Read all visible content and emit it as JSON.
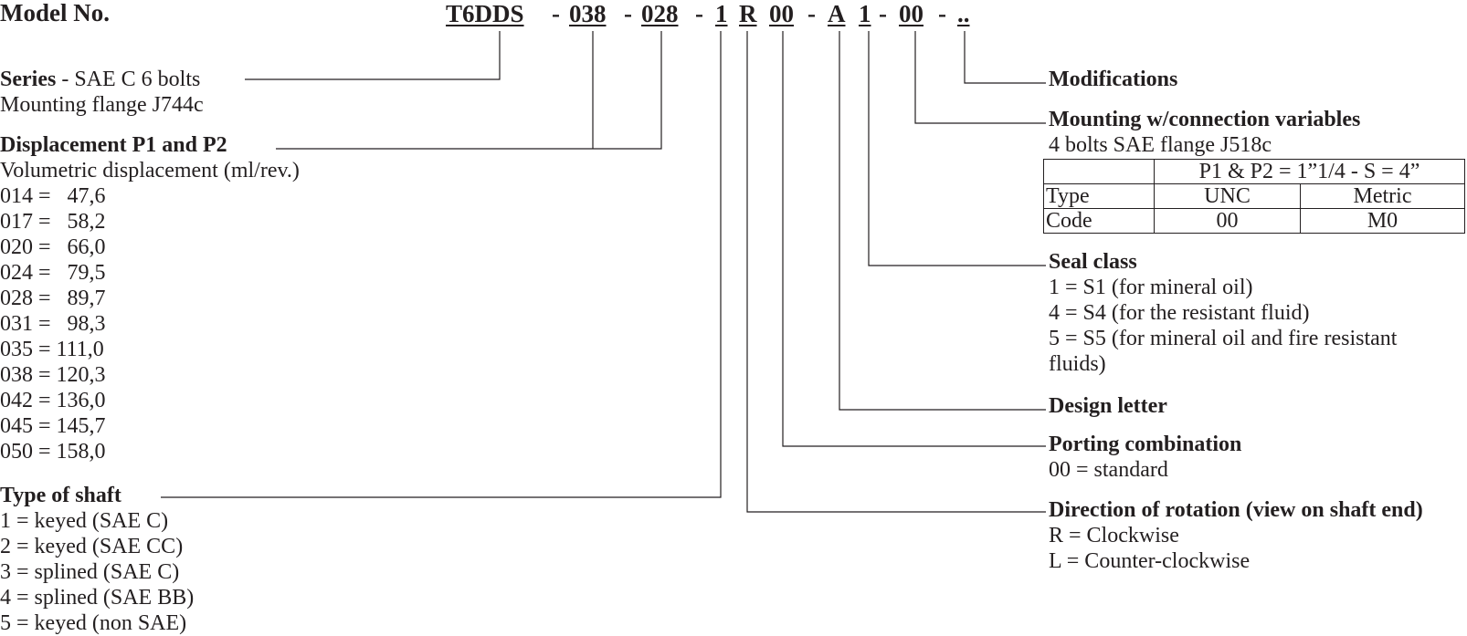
{
  "title": "Model No.",
  "model_code": {
    "segments": [
      "T6DDS",
      "038",
      "028",
      "1",
      "R",
      "00",
      "A",
      "1",
      "00",
      ".."
    ],
    "separator": "-"
  },
  "series": {
    "label": "Series",
    "sep": "-",
    "value": "SAE C 6 bolts",
    "line2": "Mounting flange J744c"
  },
  "displacement": {
    "label": "Displacement P1 and P2",
    "subtitle": "Volumetric displacement (ml/rev.)",
    "items": [
      "014 =   47,6",
      "017 =   58,2",
      "020 =   66,0",
      "024 =   79,5",
      "028 =   89,7",
      "031 =   98,3",
      "035 = 111,0",
      "038 = 120,3",
      "042 = 136,0",
      "045 = 145,7",
      "050 = 158,0"
    ]
  },
  "shaft": {
    "label": "Type of shaft",
    "items": [
      "1 = keyed (SAE C)",
      "2 = keyed (SAE CC)",
      "3 = splined (SAE C)",
      "4 = splined (SAE BB)",
      "5 = keyed (non SAE)"
    ]
  },
  "modifications": {
    "label": "Modifications"
  },
  "mounting": {
    "label": "Mounting w/connection variables",
    "subtitle": "4 bolts SAE flange J518c",
    "table": {
      "header": "P1 & P2 = 1”1/4 - S = 4”",
      "row_type": [
        "Type",
        "UNC",
        "Metric"
      ],
      "row_code": [
        "Code",
        "00",
        "M0"
      ]
    }
  },
  "seal": {
    "label": "Seal class",
    "items": [
      "1 = S1 (for mineral oil)",
      "4 = S4 (for the resistant fluid)",
      "5 = S5 (for mineral oil and fire resistant",
      "fluids)"
    ]
  },
  "design": {
    "label": "Design letter"
  },
  "porting": {
    "label": "Porting combination",
    "items": [
      "00 = standard"
    ]
  },
  "rotation": {
    "label": "Direction of rotation (view on shaft end)",
    "items": [
      "R = Clockwise",
      "L = Counter-clockwise"
    ]
  }
}
